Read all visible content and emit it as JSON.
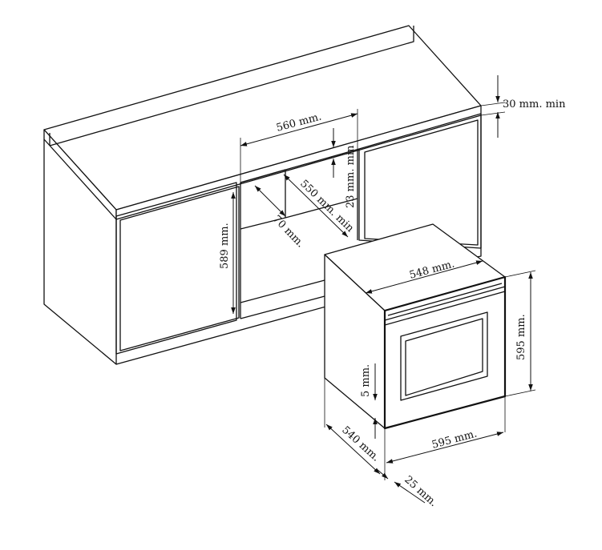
{
  "dimensions": {
    "top_clearance": "30 mm. min",
    "cutout_width": "560 mm.",
    "back_gap": "23 mm. min",
    "cutout_depth": "550 mm. min",
    "back_offset": "70 mm.",
    "cutout_height": "589 mm.",
    "oven_top_depth": "548 mm.",
    "oven_height": "595 mm.",
    "bottom_gap": "5 mm.",
    "oven_depth": "540 mm.",
    "oven_width": "595 mm.",
    "front_thickness": "25 mm."
  }
}
